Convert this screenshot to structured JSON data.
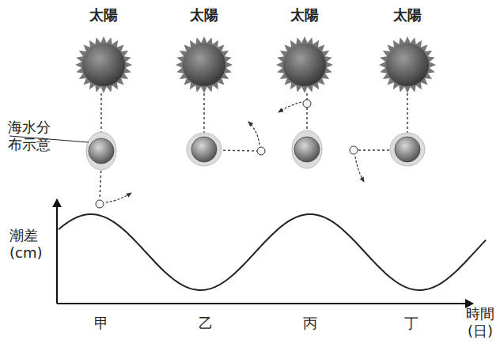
{
  "diagram": {
    "labels": [
      "太陽",
      "太陽",
      "太陽",
      "太陽",
      "海水分布示意",
      "潮差 (cm)",
      "甲",
      "乙",
      "丙",
      "丁",
      "時間 (日)"
    ]
  }
}
